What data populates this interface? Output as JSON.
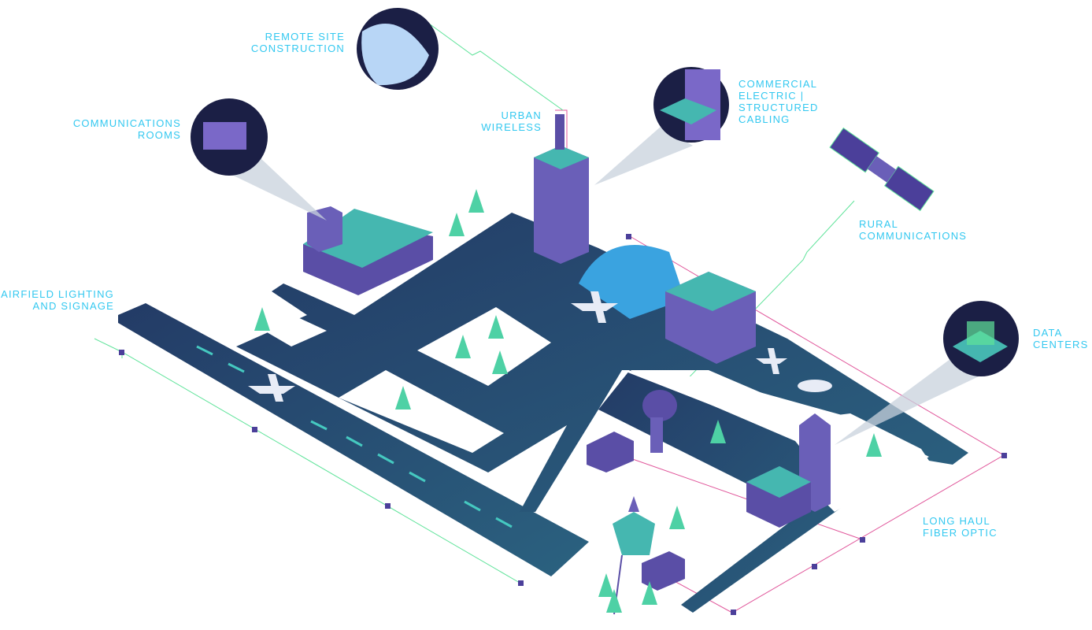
{
  "labels": {
    "remote_site": [
      "REMOTE SITE",
      "CONSTRUCTION"
    ],
    "communications_rooms": [
      "COMMUNICATIONS",
      "ROOMS"
    ],
    "urban_wireless": [
      "URBAN",
      "WIRELESS"
    ],
    "commercial_electric": [
      "COMMERCIAL",
      "ELECTRIC |",
      "STRUCTURED",
      "CABLING"
    ],
    "rural_communications": [
      "RURAL",
      "COMMUNICATIONS"
    ],
    "airfield_lighting": [
      "AIRFIELD LIGHTING",
      "AND SIGNAGE"
    ],
    "data_centers": [
      "DATA",
      "CENTERS"
    ],
    "long_haul": [
      "LONG HAUL",
      "FIBER OPTIC"
    ]
  },
  "colors": {
    "label": "#33c8f0",
    "ground": "#22406a",
    "building": "#6a5fb8",
    "roof": "#45b7b0",
    "accent_green": "#5fe39a",
    "fiber": "#e0559a",
    "tree": "#4ed1a5"
  }
}
